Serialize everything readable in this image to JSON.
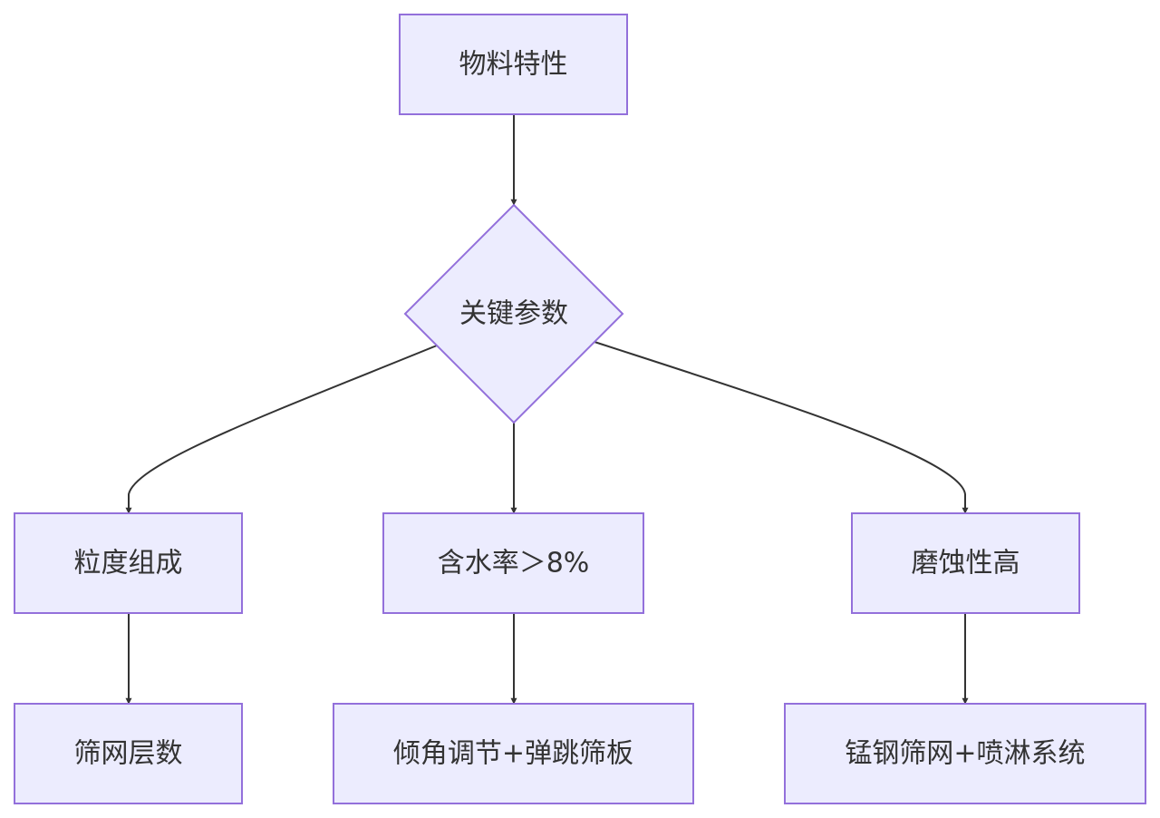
{
  "diagram": {
    "nodes": {
      "material": "物料特性",
      "key_params": "关键参数",
      "granularity": "粒度组成",
      "moisture": "含水率＞8%",
      "abrasion": "磨蚀性高",
      "screen_layers": "筛网层数",
      "tilt_bounce": "倾角调节+弹跳筛板",
      "manganese_spray": "锰钢筛网+喷淋系统"
    }
  },
  "colors": {
    "node_fill": "#ececfe",
    "node_stroke": "#9370db",
    "edge": "#333333",
    "text": "#333333"
  }
}
